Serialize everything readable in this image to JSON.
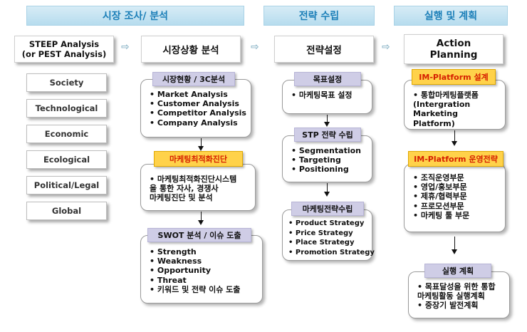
{
  "phases": {
    "research": "시장 조사/ 분석",
    "strategy": "전략 수립",
    "execution": "실행 및 계획"
  },
  "heads": {
    "steep_line1": "STEEP Analysis",
    "steep_line2": "(or PEST Analysis)",
    "market": "시장상황 분석",
    "strategy_setting": "전략설정",
    "action_line1": "Action",
    "action_line2": "Planning"
  },
  "steep_items": [
    "Society",
    "Technological",
    "Economic",
    "Ecological",
    "Political/Legal",
    "Global"
  ],
  "market": {
    "status_label": "시장현황 / 3C분석",
    "status_items": [
      "Market Analysis",
      "Customer Analysis",
      "Competitor Analysis",
      "Company Analysis"
    ],
    "diag_label": "마케팅최적화진단",
    "diag_items": [
      "마케팅최적화진단시스템",
      "을 통한 자사, 경쟁사",
      "마케팅진단 및 분석"
    ],
    "swot_label": "SWOT 분석 / 이슈 도출",
    "swot_items": [
      "Strength",
      "Weakness",
      "Opportunity",
      "Threat",
      "키워드 및 전략 이슈 도출"
    ]
  },
  "strategy": {
    "goal_label": "목표설정",
    "goal_items": [
      "마케팅목표 설정"
    ],
    "stp_label": "STP 전략 수립",
    "stp_items": [
      "Segmentation",
      "Targeting",
      "Positioning"
    ],
    "mkt_label": "마케팅전략수립",
    "mkt_items": [
      "Product Strategy",
      "Price Strategy",
      "Place Strategy",
      "Promotion Strategy"
    ]
  },
  "action": {
    "design_label": "IM-Platform 설계",
    "design_items": [
      "통합마케팅플랫폼",
      "(Intergration Marketing",
      "Platform)"
    ],
    "ops_label": "IM-Platform 운영전략",
    "ops_items": [
      "조직운영부문",
      "영업/홍보부문",
      "제휴/협력부문",
      "프로모션부문",
      "마케팅 툴 부문"
    ],
    "plan_label": "실행 계획",
    "plan_items": [
      "목표달성을 위한  통합",
      "마케팅활동 실행계획",
      "중장기 발전계획"
    ]
  },
  "colors": {
    "phase_text": "#1c7fb8",
    "lavender": "#cfcde6",
    "orange": "#ffd24a",
    "orange_text": "#d62000"
  }
}
